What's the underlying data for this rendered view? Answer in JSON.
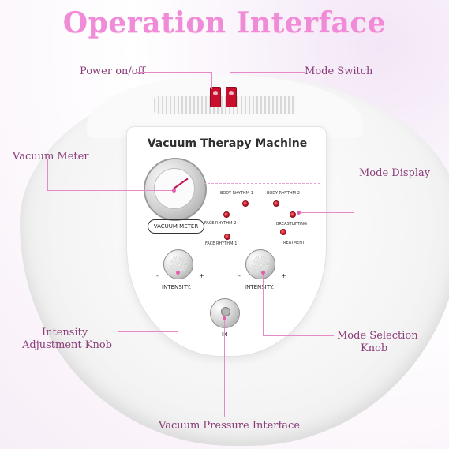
{
  "title": "Operation Interface",
  "callouts": {
    "power": "Power on/off",
    "mode_switch": "Mode Switch",
    "vacuum_meter": "Vacuum Meter",
    "mode_display": "Mode Display",
    "intensity_knob_line1": "Intensity",
    "intensity_knob_line2": "Adjustment Knob",
    "mode_selection_line1": "Mode Selection",
    "mode_selection_line2": "Knob",
    "vacuum_pressure_interface": "Vacuum Pressure Interface"
  },
  "panel": {
    "machine_title": "Vacuum Therapy Machine",
    "vacuum_meter_label": "VACUUM METER",
    "intensity_label": "INTENSITY.",
    "in_label": "IN",
    "minus": "-",
    "plus": "+"
  },
  "modes": {
    "body_rhythm_1": "BODY RHYTHM-1",
    "body_rhythm_2": "BODY RHYTHM-2",
    "face_rhythm_2": "FACE RHYTHM-2",
    "breastlifting": "BREASTLIFTING",
    "face_rhythm_1": "FACE RHYTHM-1",
    "treatment": "TREATMENT"
  },
  "colors": {
    "accent_pink": "#f08bd7",
    "callout_text": "#8a3c78",
    "led_red": "#b50f24",
    "switch_red": "#c8102e"
  },
  "icons": {
    "power_switch": "rocker-switch-icon",
    "mode_switch": "rocker-switch-icon",
    "gauge": "pressure-gauge-icon",
    "knob": "rotary-knob-icon",
    "port": "vacuum-port-icon"
  }
}
